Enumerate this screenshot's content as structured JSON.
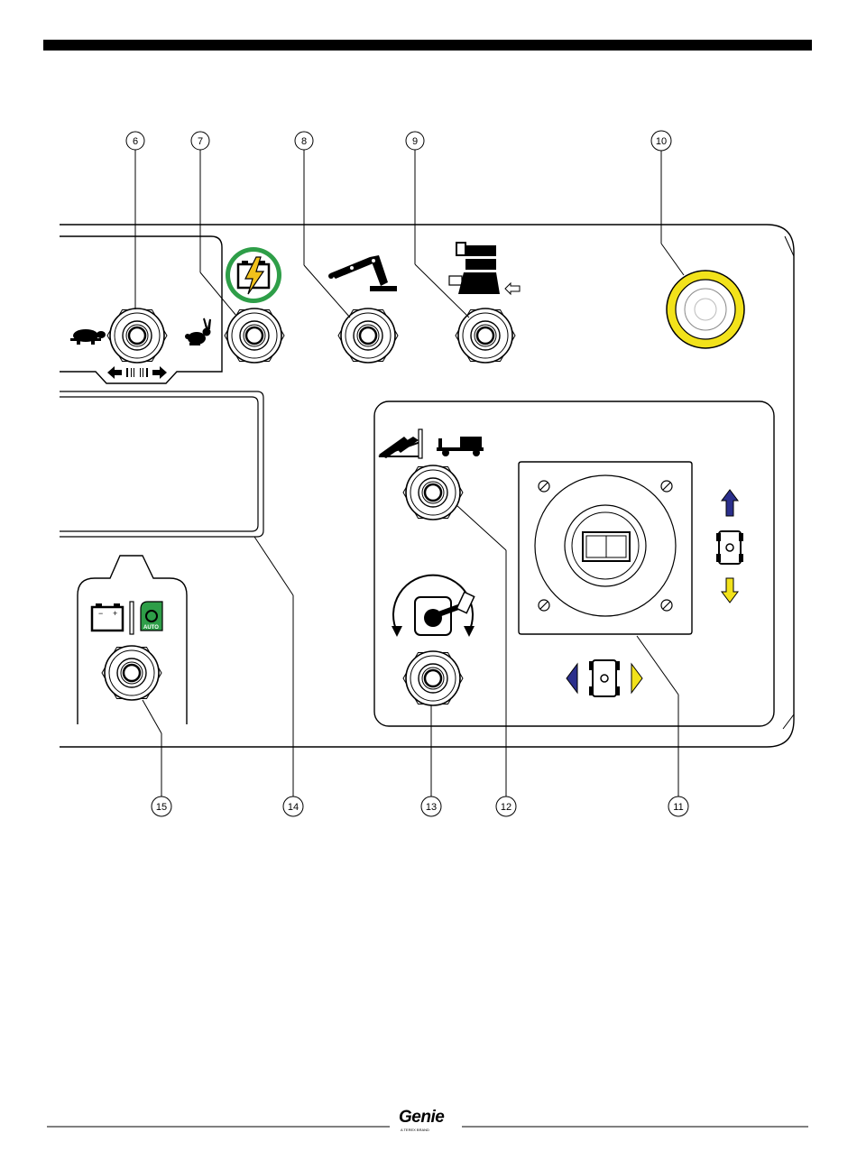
{
  "callouts": {
    "c6": "6",
    "c7": "7",
    "c8": "8",
    "c9": "9",
    "c10": "10",
    "c11": "11",
    "c12": "12",
    "c13": "13",
    "c14": "14",
    "c15": "15"
  },
  "footer": {
    "brand": "Genie",
    "tagline": "A TEREX BRAND"
  },
  "battery_label": {
    "minus": "−",
    "plus": "+"
  },
  "auto_label": "AUTO",
  "colors": {
    "header_bar": "#000000",
    "battery_ring": "#2e9e48",
    "lightning": "#f2c21b",
    "estop_ring": "#f2e21b",
    "arrow_blue": "#2b2f8c",
    "arrow_yellow": "#f2e21b",
    "auto_green": "#2e9e48"
  }
}
